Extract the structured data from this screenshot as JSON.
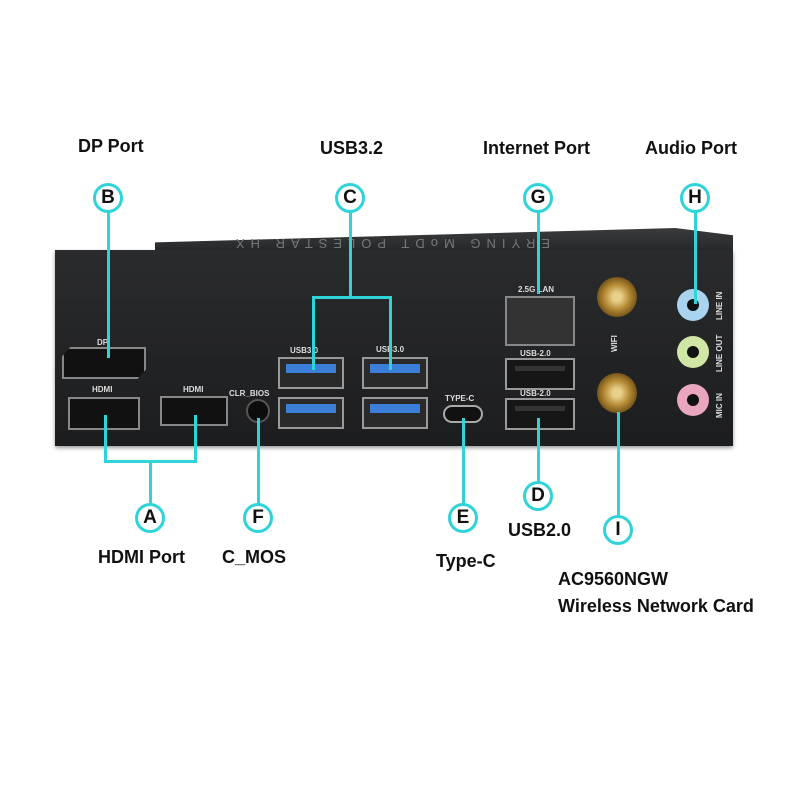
{
  "titles": {
    "dp": "DP Port",
    "usb32": "USB3.2",
    "internet": "Internet Port",
    "audio": "Audio Port",
    "hdmi": "HDMI Port",
    "cmos": "C_MOS",
    "typec": "Type-C",
    "usb20": "USB2.0",
    "wifi_model": "AC9560NGW",
    "wifi_desc": "Wireless Network Card"
  },
  "callouts": {
    "a": "A",
    "b": "B",
    "c": "C",
    "d": "D",
    "e": "E",
    "f": "F",
    "g": "G",
    "h": "H",
    "i": "I"
  },
  "panel": {
    "engraving": "ERYING MoDT POLESTAR HX",
    "dp": "DP",
    "hdmi1": "HDMI",
    "hdmi2": "HDMI",
    "clr": "CLR_BIOS",
    "usb3a": "USB3.0",
    "usb3b": "USB3.0",
    "typec": "TYPE-C",
    "lan": "2.5G LAN",
    "usb2a": "USB-2.0",
    "usb2b": "USB-2.0",
    "wifi": "WIFI",
    "line_in": "LINE IN",
    "line_out": "LINE OUT",
    "mic_in": "MIC IN"
  },
  "colors": {
    "accent": "#2fd4d8",
    "line_in": "#a9d3ef",
    "line_out": "#cfe6a6",
    "mic_in": "#e9a6be"
  }
}
